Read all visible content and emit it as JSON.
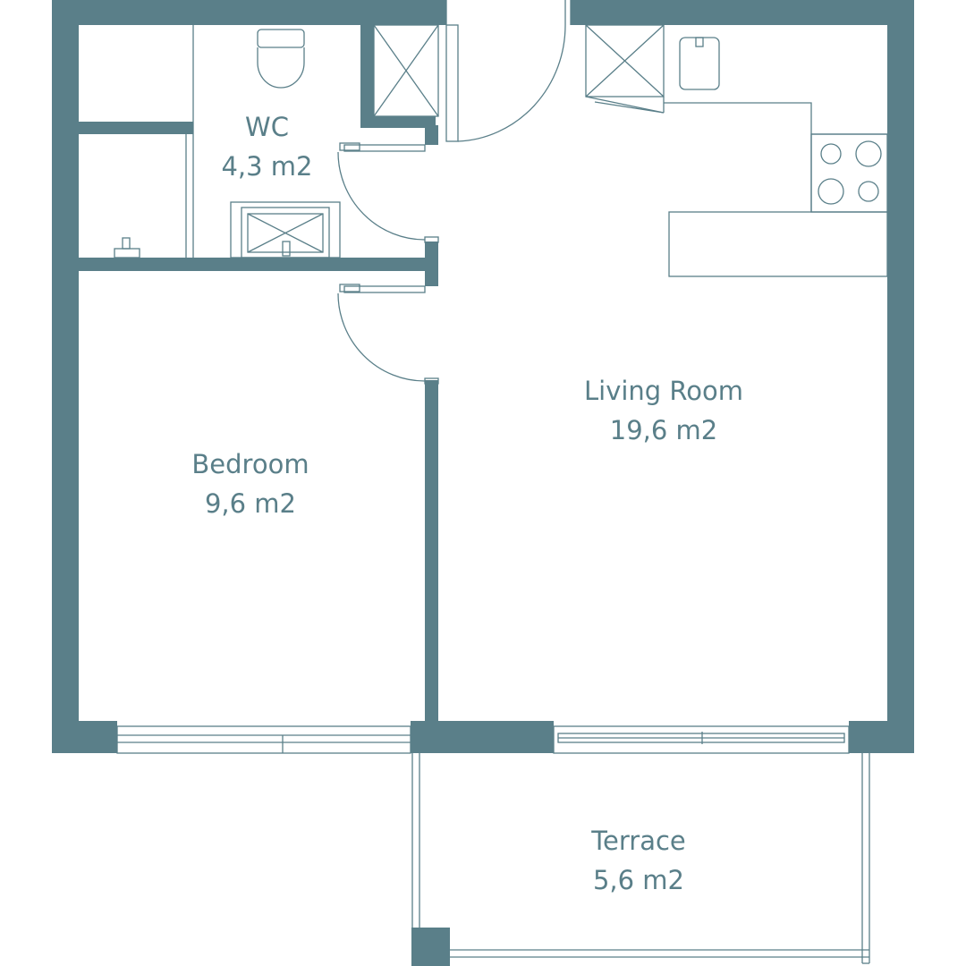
{
  "colors": {
    "wall": "#5a7f89",
    "line": "#5a7f89",
    "text": "#5a7f89",
    "background": "#ffffff"
  },
  "rooms": {
    "wc": {
      "name": "WC",
      "area": "4,3 m2"
    },
    "bedroom": {
      "name": "Bedroom",
      "area": "9,6 m2"
    },
    "living_room": {
      "name": "Living Room",
      "area": "19,6 m2"
    },
    "terrace": {
      "name": "Terrace",
      "area": "5,6 m2"
    }
  },
  "fixtures": [
    "toilet-icon",
    "shower-icon",
    "sink-icon",
    "tap-icon",
    "fridge-icon",
    "kitchen-sink-icon",
    "cooktop-icon",
    "kitchen-island"
  ]
}
